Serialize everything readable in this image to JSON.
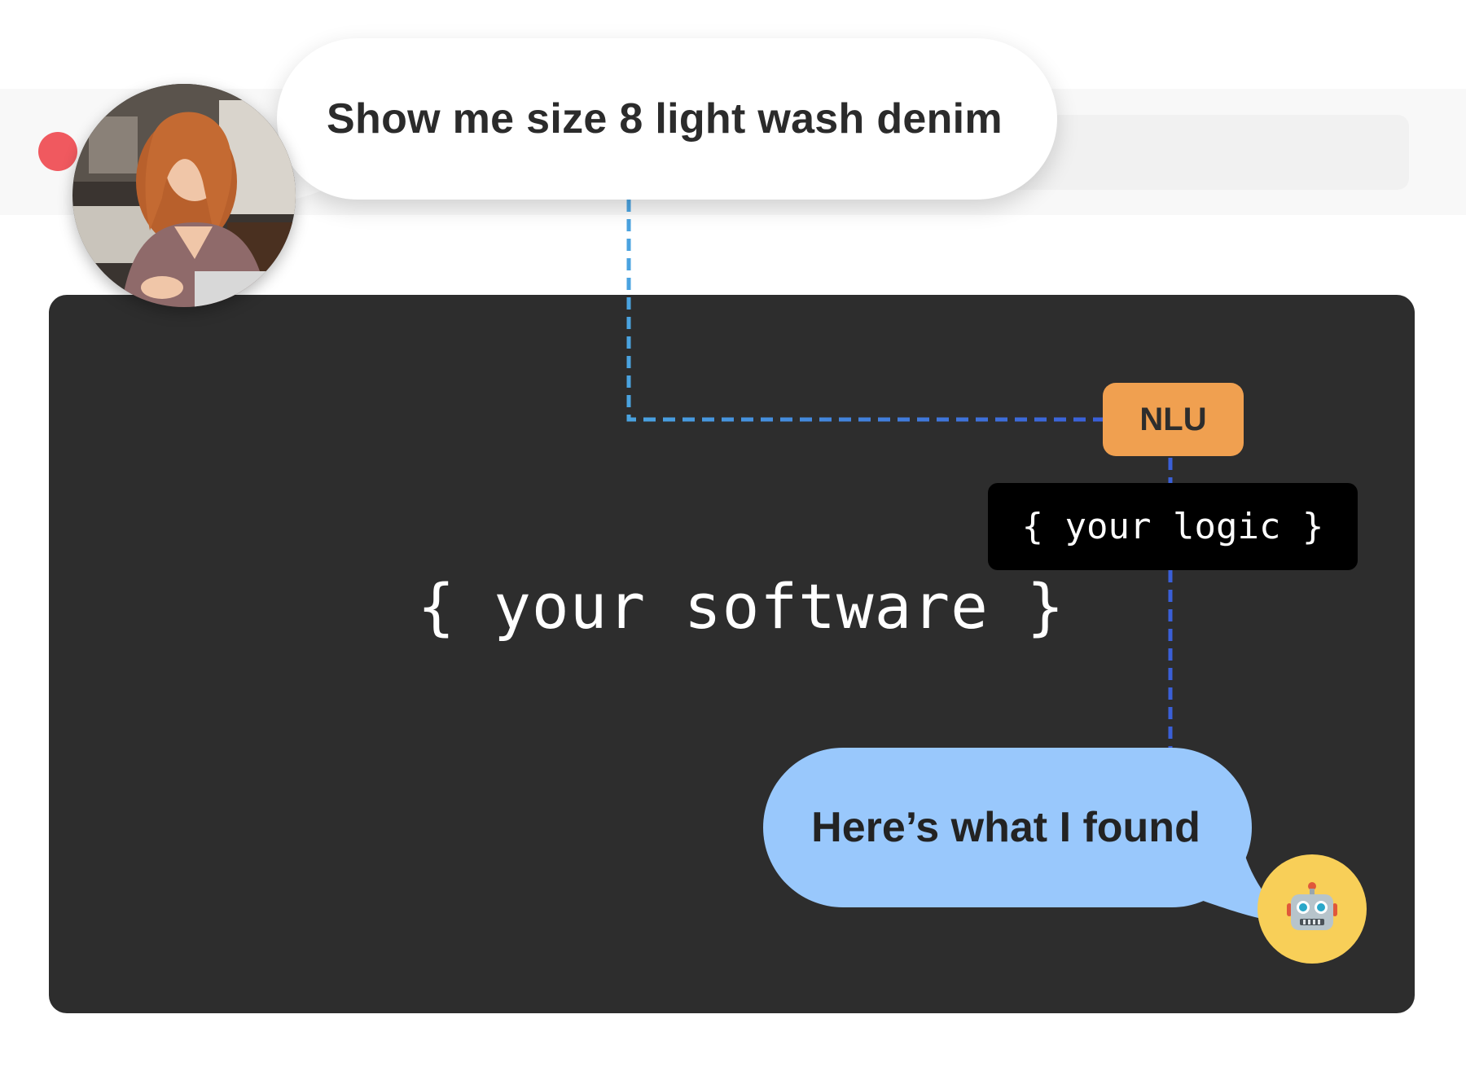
{
  "user_message": {
    "text": "Show me size 8 light wash denim",
    "avatar_icon": "person-photo-avatar"
  },
  "software": {
    "label": "{ your software }",
    "nlu_label": "NLU",
    "logic_label": "{ your logic }"
  },
  "bot_message": {
    "text": "Here’s what I found",
    "avatar_icon": "robot-icon"
  },
  "colors": {
    "panel": "#2d2d2d",
    "record_dot": "#f0595f",
    "nlu": "#f0a050",
    "bot_bubble": "#99c8fc",
    "bot_avatar": "#f8cf58",
    "connector_light": "#4aa3e0",
    "connector_dark": "#3a5fd8"
  }
}
